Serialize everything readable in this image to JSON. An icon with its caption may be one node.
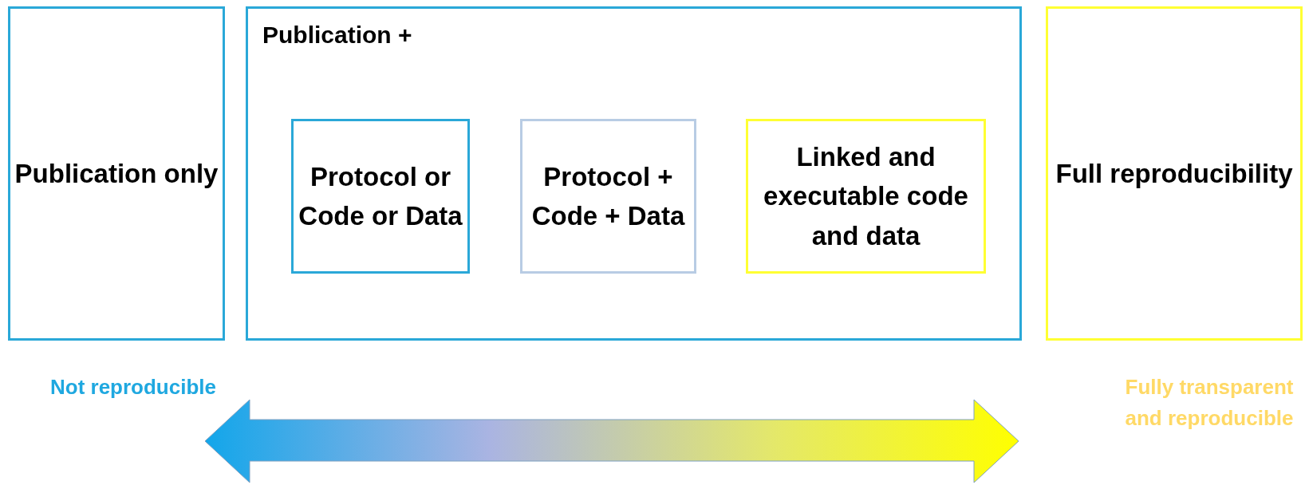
{
  "diagram": {
    "nodes": [
      {
        "text": [
          "Publication only"
        ]
      },
      {
        "text": [
          "Publication +"
        ]
      },
      {
        "text": [
          "Protocol or Code or Data"
        ],
        "in": 1
      },
      {
        "text": [
          "Protocol + Code + Data"
        ],
        "in": 1
      },
      {
        "text": [
          "Linked and executable code and data"
        ],
        "in": 1
      },
      {
        "text": [
          "Full reproducibility"
        ]
      }
    ],
    "labels": [
      "Not reproducible",
      "Fully transparent and reproducible"
    ]
  }
}
